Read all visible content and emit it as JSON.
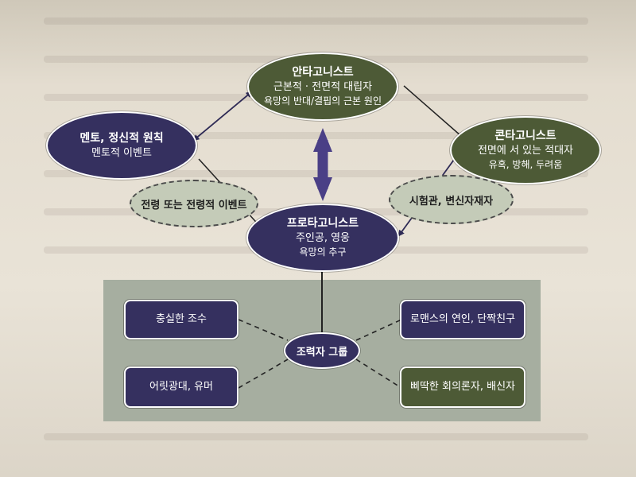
{
  "nodes": {
    "antagonist": {
      "title": "안타고니스트",
      "line2": "근본적 · 전면적 대립자",
      "line3": "욕망의 반대/결핍의 근본 원인"
    },
    "mentor": {
      "title": "멘토, 정신적 원칙",
      "line2": "멘토적 이벤트"
    },
    "contagonist": {
      "title": "콘타고니스트",
      "line2": "전면에 서 있는 적대자",
      "line3": "유혹, 방해, 두려움"
    },
    "mentor_event": {
      "title": "전령 또는 전령적 이벤트"
    },
    "trial": {
      "title": "시험관, 변신자재자"
    },
    "protagonist": {
      "title": "프로타고니스트",
      "line2": "주인공, 영웅",
      "line3": "욕망의 추구"
    },
    "helpers": {
      "title": "조력자 그룹"
    },
    "loyal": {
      "title": "충실한 조수"
    },
    "clown": {
      "title": "어릿광대, 유머"
    },
    "romance": {
      "title": "로맨스의 연인, 단짝친구"
    },
    "skeptic": {
      "title": "삐딱한 회의론자, 배신자"
    }
  },
  "colors": {
    "navy": "#35305f",
    "olive": "#4d5a36",
    "light_node": "#c4cbb8",
    "group_box": "#a6aea0",
    "arrow": "#4a3f86"
  }
}
